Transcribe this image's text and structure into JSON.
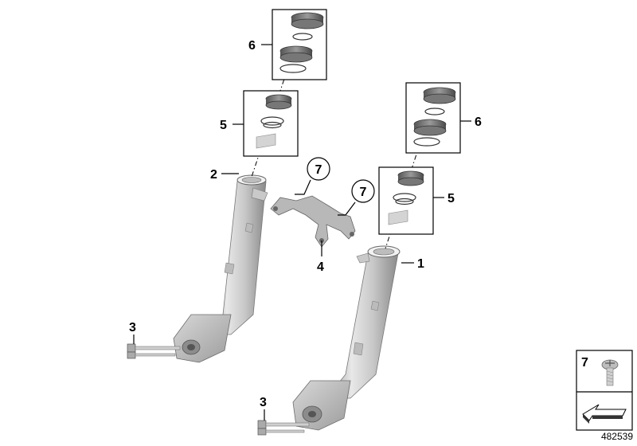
{
  "diagram": {
    "callouts": {
      "item_1": "1",
      "item_2": "2",
      "item_3_left": "3",
      "item_3_right": "3",
      "item_4": "4",
      "item_5_left": "5",
      "item_5_right": "5",
      "item_6_left": "6",
      "item_6_right": "6",
      "item_7_circle_a": "7",
      "item_7_circle_b": "7"
    },
    "legend": {
      "screw_label": "7"
    },
    "reference_number": "482539",
    "colors": {
      "metal_light": "#e6e6e6",
      "metal_mid": "#c4c4c4",
      "metal_dark": "#8e8e8e",
      "line": "#000000"
    }
  }
}
